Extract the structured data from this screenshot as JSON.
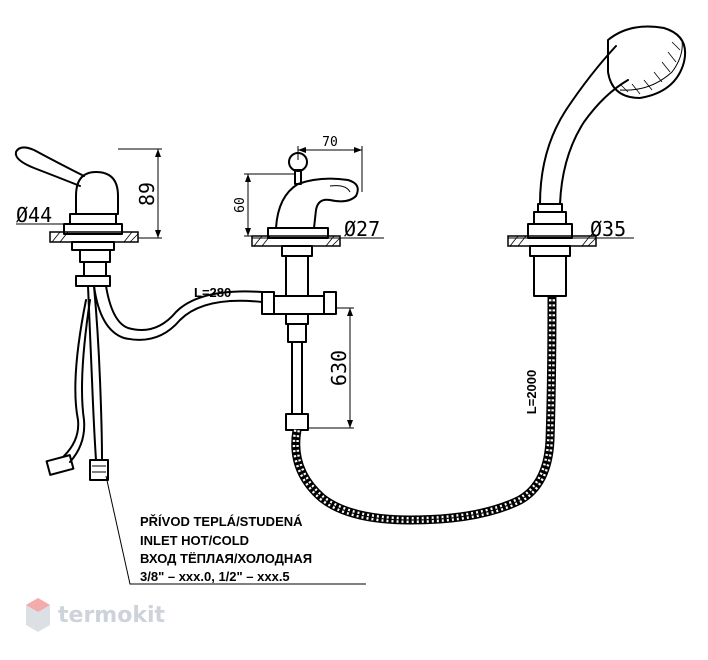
{
  "dimensions": {
    "lever_height": "89",
    "lever_diameter": "Ø44",
    "spout_width": "70",
    "spout_height": "60",
    "spout_diameter": "Ø27",
    "shower_diameter": "Ø35",
    "pipe_length": "L=280",
    "hose_drop": "630",
    "hose_length": "L=2000"
  },
  "inlet_note": {
    "line_cz": "PŘÍVOD TEPLÁ/STUDENÁ",
    "line_en": "INLET HOT/COLD",
    "line_ru": "ВХОД ТЁПЛАЯ/ХОЛОДНАЯ",
    "line_sizes": "3/8\" – xxx.0, 1/2\" – xxx.5"
  },
  "watermark": {
    "brand": "termokit",
    "color": "#c9ced6",
    "accent": "#f2a3a3"
  }
}
